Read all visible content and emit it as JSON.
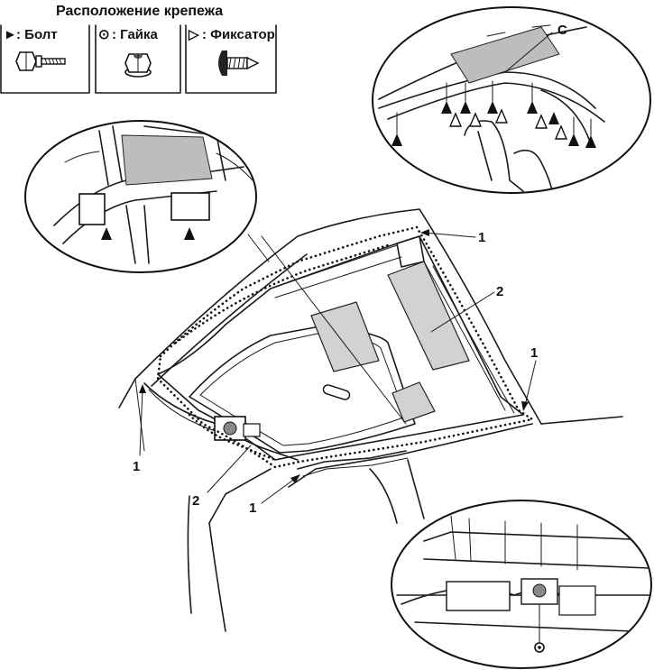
{
  "legend": {
    "title": "Расположение крепежа",
    "items": [
      {
        "symbol": "►",
        "label": ": Болт",
        "icon": "bolt-icon"
      },
      {
        "symbol": "⊙",
        "label": ": Гайка",
        "icon": "nut-icon"
      },
      {
        "symbol": "▷",
        "label": ": Фиксатор",
        "icon": "clip-icon"
      }
    ]
  },
  "callouts": {
    "c1_top": "1",
    "c1_right": "1",
    "c1_left": "1",
    "c1_bottom": "1",
    "c2_right": "2",
    "c2_left": "2",
    "c_letter": "C"
  }
}
